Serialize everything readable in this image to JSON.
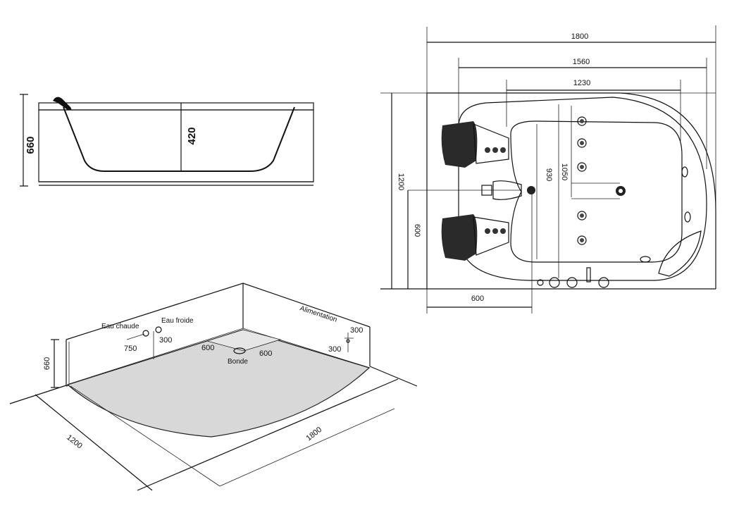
{
  "side_view": {
    "height_label": "660",
    "depth_label": "420"
  },
  "top_view": {
    "width_total": "1800",
    "width_inner": "1560",
    "width_basin": "1230",
    "height_total": "1200",
    "height_offset": "600",
    "basin_height_a": "930",
    "basin_height_b": "1050",
    "bottom_offset": "600"
  },
  "floor_plan": {
    "label_hot_water": "Eau chaude",
    "label_cold_water": "Eau froide",
    "label_supply": "Alimentation",
    "label_drain": "Bonde",
    "dim_wall_height": "660",
    "dim_hot_offset": "750",
    "dim_cold_height": "300",
    "dim_drain_left": "600",
    "dim_drain_right": "600",
    "dim_supply_a": "300",
    "dim_supply_b": "300",
    "dim_width": "1200",
    "dim_length": "1800"
  }
}
